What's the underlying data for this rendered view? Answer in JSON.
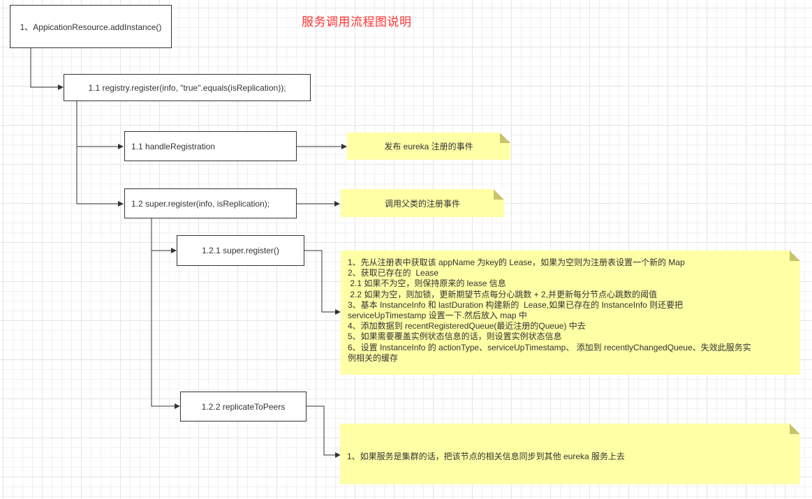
{
  "title": "服务调用流程图说明",
  "nodes": {
    "add_instance": "1、AppicationResource.addInstance()",
    "registry_register": "1.1 registry.register(info, \"true\".equals(isReplication));",
    "handle_registration": "1.1 handleRegistration",
    "super_register_call": "1.2 super.register(info, isReplication);",
    "super_register": "1.2.1 super.register()",
    "replicate_to_peers": "1.2.2 replicateToPeers"
  },
  "notes": {
    "handle_registration": "发布 eureka 注册的事件",
    "super_register_call": "调用父类的注册事件",
    "super_register": [
      "1、先从注册表中获取该 appName 为key的 Lease，如果为空则为注册表设置一个新的 Map",
      "2、获取已存在的  Lease",
      " 2.1 如果不为空，则保持原来的 lease 信息",
      " 2.2 如果为空，则加锁，更新期望节点每分心跳数 + 2,并更新每分节点心跳数的阈值",
      "3、基本 InstanceInfo 和 lastDuration 构建新的  Lease,如果已存在的 InstanceInfo 则还要把",
      "serviceUpTimestamp 设置一下.然后放入 map 中",
      "4、添加数据到 recentRegisteredQueue(最近注册的Queue) 中去",
      "5、如果需要覆盖实例状态信息的话，则设置实例状态信息",
      "6、设置 InstanceInfo 的 actionType、serviceUpTimestamp、 添加到 recentlyChangedQueue、失效此服务实",
      "例相关的缓存"
    ],
    "replicate_to_peers": "1、如果服务是集群的话，把该节点的相关信息同步到其他 eureka 服务上去"
  },
  "colors": {
    "title": "#ff3333",
    "note_fill": "#ffffa6",
    "note_fold": "#c8c46e",
    "stroke": "#333333"
  }
}
